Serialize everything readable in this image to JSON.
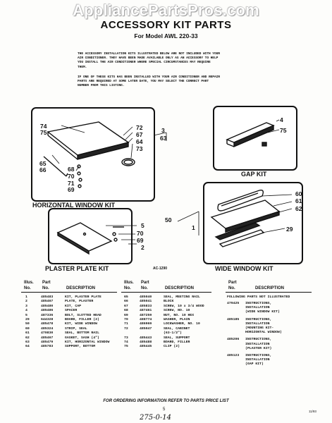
{
  "watermark": "AppliancePartsPros.com",
  "title": "ACCESSORY KIT PARTS",
  "subtitle": "For Model AWL 220-33",
  "paragraph1": [
    "THE ACCESSORY INSTALLATION KITS ILLUSTRATED BELOW ARE NOT INCLUDED WITH YOUR",
    "AIR CONDITIONER. THEY HAVE BEEN MADE AVAILABLE ONLY AS AN ACCESSORY TO HELP",
    "YOU INSTALL THE AIR CONDITIONER WHERE SPECIAL CIRCUMSTANCES MAY REQUIRE",
    "THEM."
  ],
  "paragraph2": [
    "IF ONE OF THESE KITS HAS BEEN INSTALLED WITH YOUR AIR CONDITIONER AND REPAIR",
    "PARTS ARE REQUIRED AT SOME LATER DATE, YOU MAY SELECT THE CORRECT PART",
    "NUMBER FROM THIS LISTING."
  ],
  "diagram": {
    "horizontal_label": "HORIZONTAL WINDOW KIT",
    "gap_label": "GAP KIT",
    "plaster_label": "PLASTER PLATE KIT",
    "wide_label": "WIDE WINDOW KIT",
    "code": "AC-1290",
    "callouts": {
      "c74": "74",
      "c75a": "75",
      "c72": "72",
      "c67": "67",
      "c64": "64",
      "c73": "73",
      "c65": "65",
      "c66": "66",
      "c68": "68",
      "c70a": "70",
      "c71": "71",
      "c69a": "69",
      "c3": "3",
      "c63": "63",
      "c4": "4",
      "c75b": "75",
      "c50": "50",
      "c5": "5",
      "c70b": "70",
      "c69b": "69",
      "c2": "2",
      "c1": "1",
      "c60": "60",
      "c61": "61",
      "c62": "62",
      "c29": "29"
    }
  },
  "table": {
    "headers": {
      "illus": "Illus.",
      "part": "Part",
      "no": "No.",
      "no2": "No.",
      "desc": "DESCRIPTION"
    },
    "col1": [
      [
        "1",
        "485483",
        "KIT, PLASTER PLATE"
      ],
      [
        "2",
        "485467",
        "PLATE, PLASTER"
      ],
      [
        "3",
        "485480",
        "KIT, CAP"
      ],
      [
        "4",
        "485486",
        "SPACER"
      ],
      [
        "5",
        "487336",
        "BOLT, SLOTTED HEAD"
      ],
      [
        "29",
        "644328",
        "BOARD, FILLER (2)"
      ],
      [
        "50",
        "485478",
        "KIT, WIDE WINDOW"
      ],
      [
        "60",
        "485324",
        "STRIP, SEAL"
      ],
      [
        "61",
        "470830",
        "SEAL, BOTTOM RAIL"
      ],
      [
        "62",
        "485467",
        "GASKET, SASH (4\")"
      ],
      [
        "63",
        "485479",
        "KIT, HORIZONTAL WINDOW"
      ],
      [
        "64",
        "485783",
        "SUPPORT, BOTTOM"
      ]
    ],
    "col2": [
      [
        "65",
        "485040",
        "SEAL, MEETING RAIL"
      ],
      [
        "66",
        "485041",
        "BLOCK"
      ],
      [
        "67",
        "485833",
        "SCREW, 10 x 3/4 WOOD"
      ],
      [
        "68",
        "487461",
        "SCREW, NO. 10"
      ],
      [
        "69",
        "487259",
        "NUT, NO. 10 HEX"
      ],
      [
        "70",
        "488774",
        "WASHER, PLAIN"
      ],
      [
        "71",
        "486969",
        "LOCKWASHER, NO. 10"
      ],
      [
        "72",
        "485047",
        "SEAL, CABINET"
      ],
      [
        "",
        "",
        "(63-1/2\")"
      ],
      [
        "73",
        "485443",
        "SEAL, SUPPORT"
      ],
      [
        "74",
        "485488",
        "BOARD, FILLER"
      ],
      [
        "75",
        "485445",
        "CLIP (2)"
      ]
    ],
    "col3_title": "FOLLOWING PARTS NOT ILLUSTRATED",
    "col3": [
      [
        "479425",
        "INSTRUCTIONS,",
        "INSTALLATION",
        "(WIDE WINDOW KIT)"
      ],
      [
        "485185",
        "INSTRUCTIONS,",
        "INSTALLATION",
        "(MOUNTING KIT-",
        "HORIZONTAL WINDOW)"
      ],
      [
        "485206",
        "INSTRUCTIONS,",
        "INSTALLATION",
        "(PLASTER KIT)"
      ],
      [
        "485123",
        "INSTRUCTIONS,",
        "INSTALLATION",
        "(GAP KIT)"
      ]
    ]
  },
  "footer": "FOR ORDERING INFORMATION REFER TO PARTS PRICE LIST",
  "page_number": "5",
  "handwriting": "275-0-14",
  "corner_code": "11/93"
}
